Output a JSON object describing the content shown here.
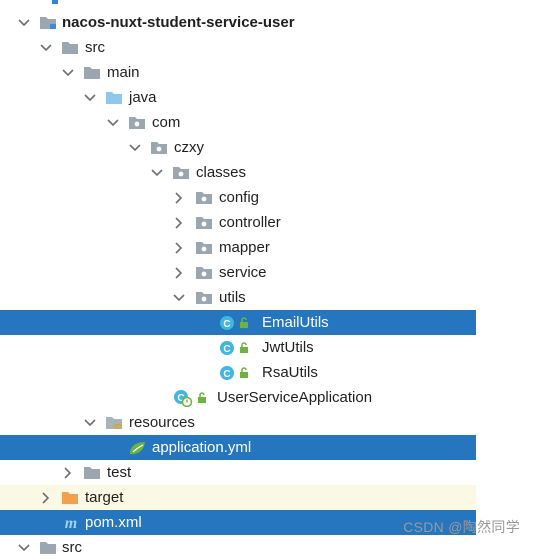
{
  "project_tree": {
    "nodes": [
      {
        "label": "nacos-nuxt-student-service-user",
        "icon": "module-folder-icon",
        "expanded": true,
        "bold": true
      },
      {
        "label": "src",
        "icon": "folder-icon",
        "expanded": true
      },
      {
        "label": "main",
        "icon": "folder-icon",
        "expanded": true
      },
      {
        "label": "java",
        "icon": "source-root-folder-icon",
        "expanded": true
      },
      {
        "label": "com",
        "icon": "package-icon",
        "expanded": true
      },
      {
        "label": "czxy",
        "icon": "package-icon",
        "expanded": true
      },
      {
        "label": "classes",
        "icon": "package-icon",
        "expanded": true
      },
      {
        "label": "config",
        "icon": "package-icon",
        "expanded": false
      },
      {
        "label": "controller",
        "icon": "package-icon",
        "expanded": false
      },
      {
        "label": "mapper",
        "icon": "package-icon",
        "expanded": false
      },
      {
        "label": "service",
        "icon": "package-icon",
        "expanded": false
      },
      {
        "label": "utils",
        "icon": "package-icon",
        "expanded": true
      },
      {
        "label": "EmailUtils",
        "icon": "java-class-icon",
        "selected": true
      },
      {
        "label": "JwtUtils",
        "icon": "java-class-icon"
      },
      {
        "label": "RsaUtils",
        "icon": "java-class-icon"
      },
      {
        "label": "UserServiceApplication",
        "icon": "spring-boot-application-icon"
      },
      {
        "label": "resources",
        "icon": "resources-folder-icon",
        "expanded": true
      },
      {
        "label": "application.yml",
        "icon": "spring-yml-icon",
        "selected": true
      },
      {
        "label": "test",
        "icon": "folder-icon",
        "expanded": false
      },
      {
        "label": "target",
        "icon": "excluded-folder-icon",
        "expanded": false,
        "highlighted": true
      },
      {
        "label": "pom.xml",
        "icon": "maven-icon",
        "selected": true
      },
      {
        "label": "src",
        "icon": "folder-icon",
        "expanded": true
      }
    ]
  },
  "watermark": "CSDN @陶然同学",
  "colors": {
    "selection": "#2675bf",
    "target_highlight": "#fbf8e3",
    "folder_gray": "#9aa7b0",
    "source_root_blue": "#8ec8ec",
    "resources_folder": "#a9b3ba",
    "excluded_orange": "#f2a04f",
    "class_cyan": "#40b6e0",
    "spring_green": "#6db33f",
    "maven_blue": "#4c9de8"
  }
}
